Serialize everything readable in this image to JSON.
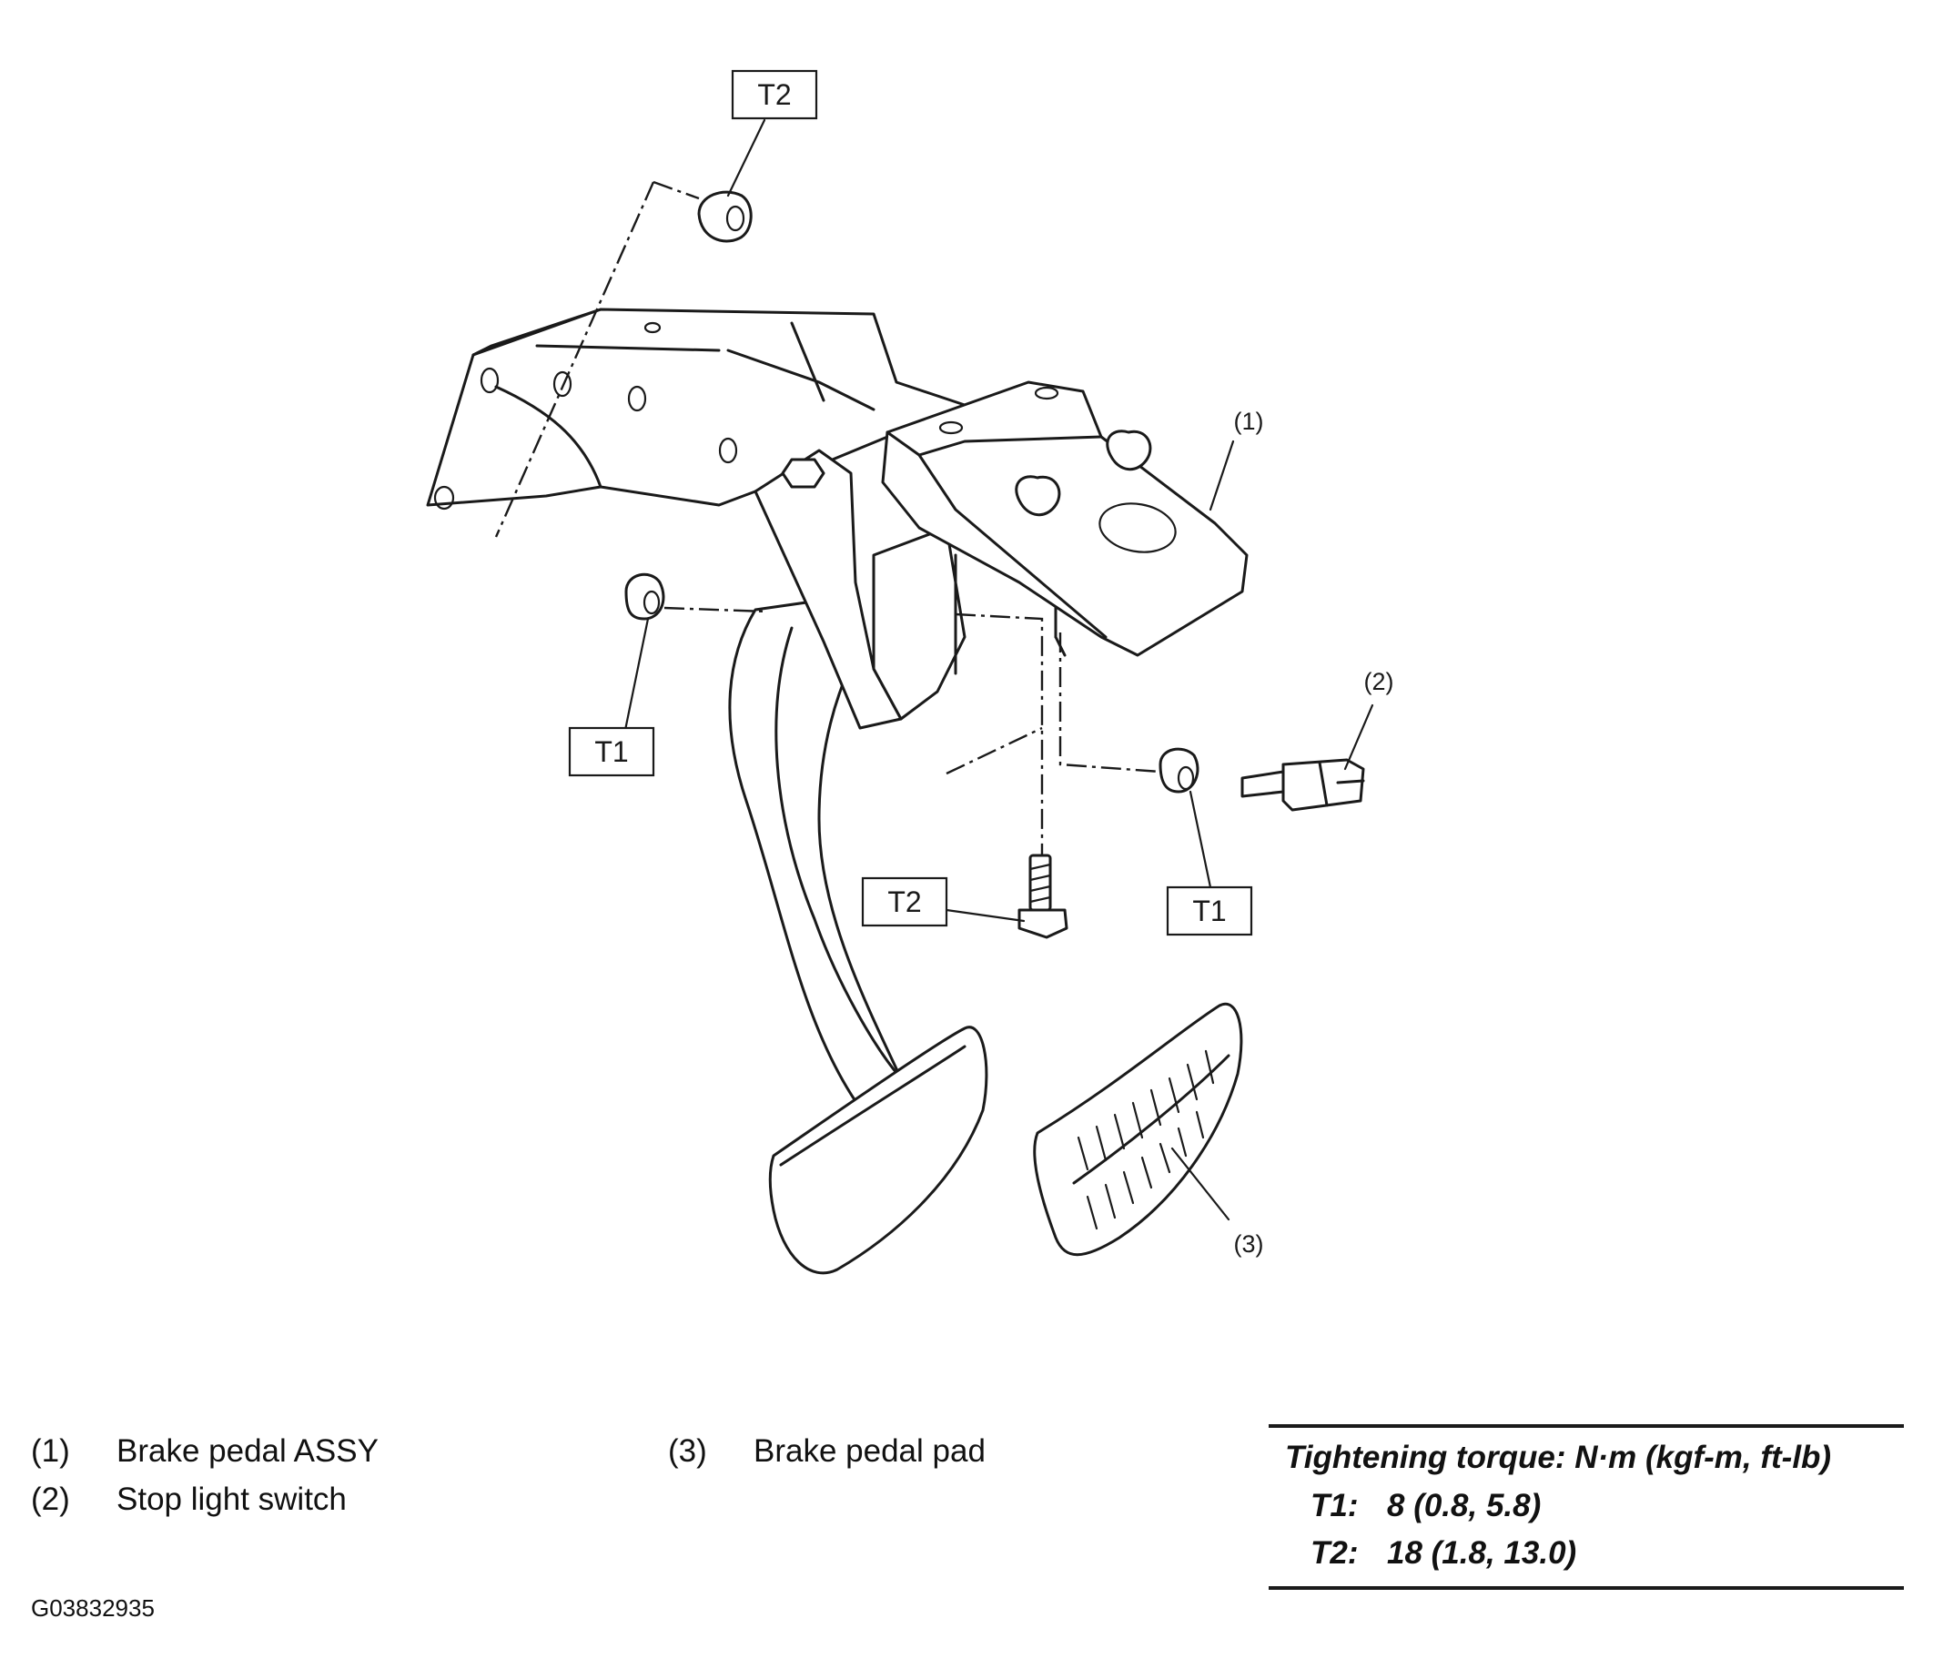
{
  "fasteners": {
    "t2_top": "T2",
    "t1_left": "T1",
    "t2_bolt": "T2",
    "t1_right": "T1"
  },
  "callouts": {
    "c1": "(1)",
    "c2": "(2)",
    "c3": "(3)"
  },
  "legend": {
    "items": [
      {
        "num": "(1)",
        "label": "Brake pedal ASSY"
      },
      {
        "num": "(2)",
        "label": "Stop light switch"
      },
      {
        "num": "(3)",
        "label": "Brake pedal pad"
      }
    ]
  },
  "torque": {
    "title": "Tightening torque: N·m (kgf-m, ft-lb)",
    "rows": [
      {
        "key": "T1:",
        "value": "8 (0.8, 5.8)"
      },
      {
        "key": "T2:",
        "value": "18 (1.8, 13.0)"
      }
    ]
  },
  "figure_id": "G03832935"
}
